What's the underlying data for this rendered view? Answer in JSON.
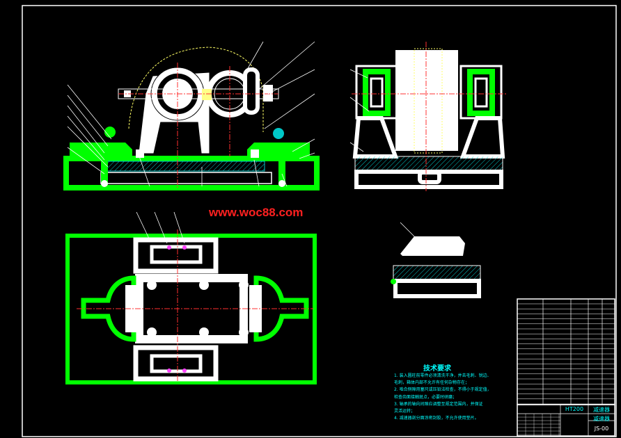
{
  "colors": {
    "background": "#000000",
    "frame": "#ffffff",
    "part_fill": "#ffffff",
    "highlight": "#00ff00",
    "accent": "#00ffff",
    "hatch": "#00c8c8",
    "centerline": "#ff3030",
    "watermark": "#ff2020",
    "leader": "#ffffff",
    "dim": "#ffff00",
    "magenta": "#ff40ff"
  },
  "watermark": "www.woc88.com",
  "tech_requirements": {
    "title": "技术要求",
    "notes": [
      "1. 装入圆柱前零件必须清洗干净，并去毛刺、锐边、",
      "   毛刺，箱体内部不允许有任何杂物存在；",
      "2. 啮合侧隙用塞尺或压铅法检查，不得小于规定值，",
      "   检查齿面接触斑点，必要时研磨；",
      "3. 轴承的轴向间隙应调整至规定范围内，并保证",
      "   灵活运转；",
      "4. 减速器剖分面涂密封胶，不允许使用垫片。"
    ]
  },
  "title_block": {
    "standard": "HT200",
    "assembly_name": "减速器",
    "drawing_name": "减速器",
    "drawing_number": "JS-00"
  },
  "icons": [
    "hex-bolt-icon",
    "bearing-circle-icon",
    "balloon-leader-icon"
  ]
}
